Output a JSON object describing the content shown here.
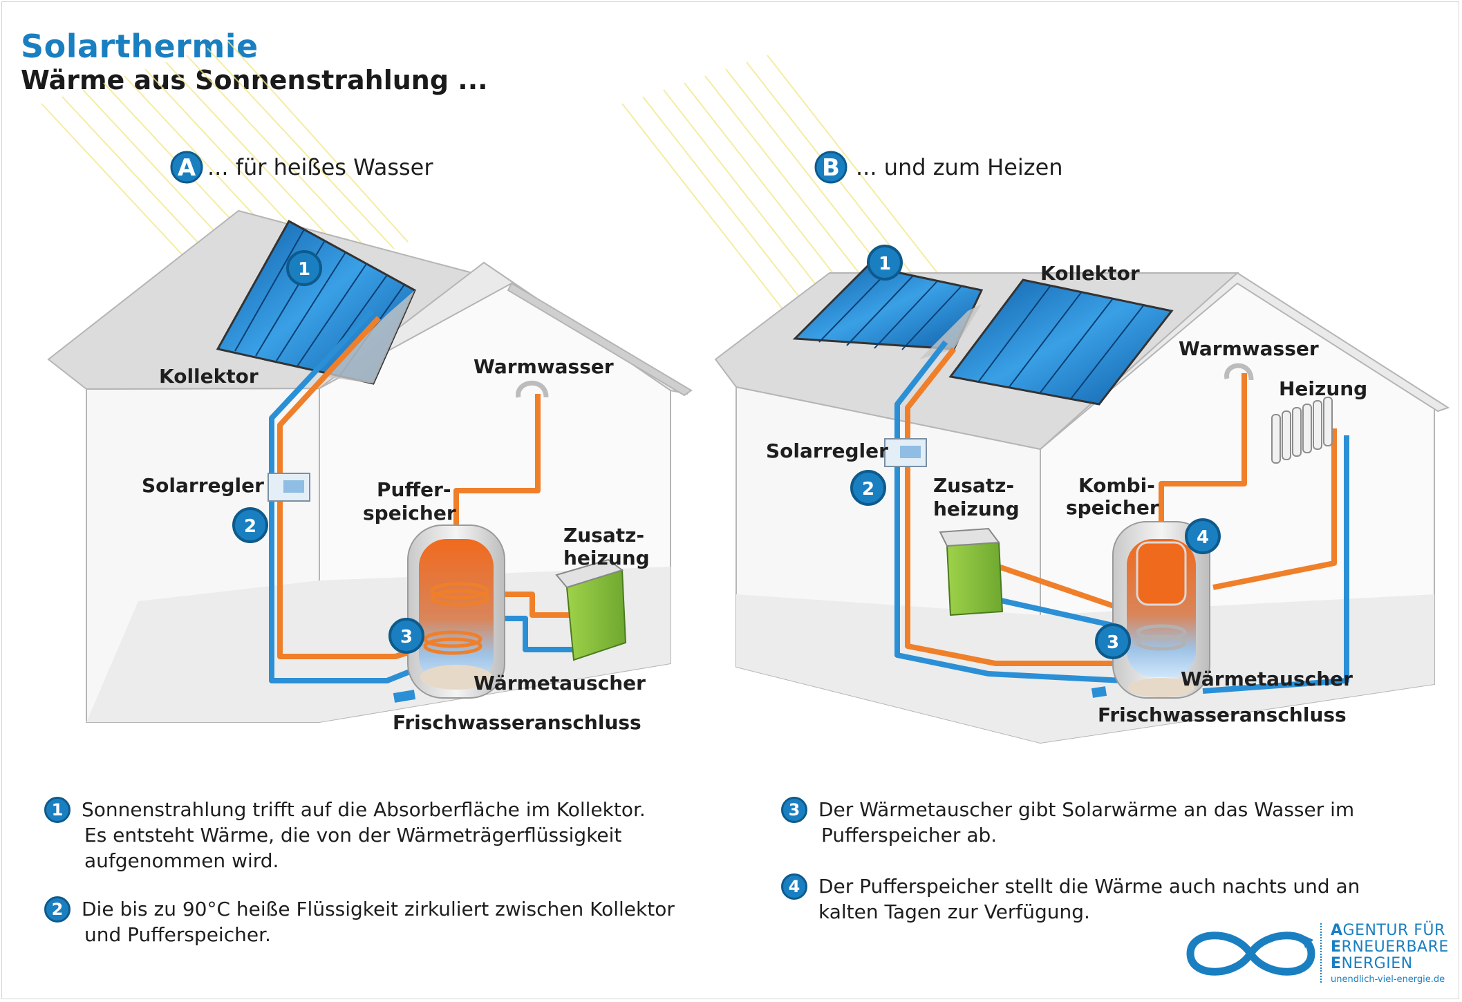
{
  "title": "Solarthermie",
  "subtitle": "Wärme aus Sonnenstrahlung ...",
  "sectionA": {
    "badge": "A",
    "heading": "... für heißes Wasser"
  },
  "sectionB": {
    "badge": "B",
    "heading": "... und zum Heizen"
  },
  "labelsA": {
    "kollektor": "Kollektor",
    "solarregler": "Solarregler",
    "warmwasser": "Warmwasser",
    "pufferspeicher_1": "Puffer-",
    "pufferspeicher_2": "speicher",
    "zusatzheizung_1": "Zusatz-",
    "zusatzheizung_2": "heizung",
    "waermetauscher": "Wärmetauscher",
    "frischwasser": "Frischwasseranschluss"
  },
  "labelsB": {
    "kollektor": "Kollektor",
    "solarregler": "Solarregler",
    "warmwasser": "Warmwasser",
    "heizung": "Heizung",
    "zusatzheizung_1": "Zusatz-",
    "zusatzheizung_2": "heizung",
    "kombispeicher_1": "Kombi-",
    "kombispeicher_2": "speicher",
    "waermetauscher": "Wärmetauscher",
    "frischwasser": "Frischwasseranschluss"
  },
  "badges": {
    "n1": "1",
    "n2": "2",
    "n3": "3",
    "n4": "4"
  },
  "notes": [
    {
      "num": "1",
      "lines": [
        "Sonnenstrahlung trifft auf die Absorberfläche im Kollektor.",
        "Es entsteht Wärme, die von der Wärmeträgerflüssigkeit",
        "aufgenommen wird."
      ]
    },
    {
      "num": "2",
      "lines": [
        "Die bis zu 90°C heiße Flüssigkeit zirkuliert zwischen Kollektor",
        "und Pufferspeicher."
      ]
    },
    {
      "num": "3",
      "lines": [
        "Der Wärmetauscher gibt Solarwärme an das Wasser im",
        "Pufferspeicher ab."
      ]
    },
    {
      "num": "4",
      "lines": [
        "Der Pufferspeicher stellt die Wärme auch nachts und an",
        "kalten Tagen zur Verfügung."
      ]
    }
  ],
  "logo": {
    "line1_cap": "A",
    "line1_rest": "GENTUR FÜR",
    "line2_cap": "E",
    "line2_rest": "RNEUERBARE",
    "line3_cap": "E",
    "line3_rest": "NERGIEN",
    "url": "unendlich-viel-energie.de"
  },
  "colors": {
    "accent": "#1a7fc1",
    "hot": "#f07f2a",
    "cold": "#2b8fd6",
    "device": "#8cc63f"
  }
}
